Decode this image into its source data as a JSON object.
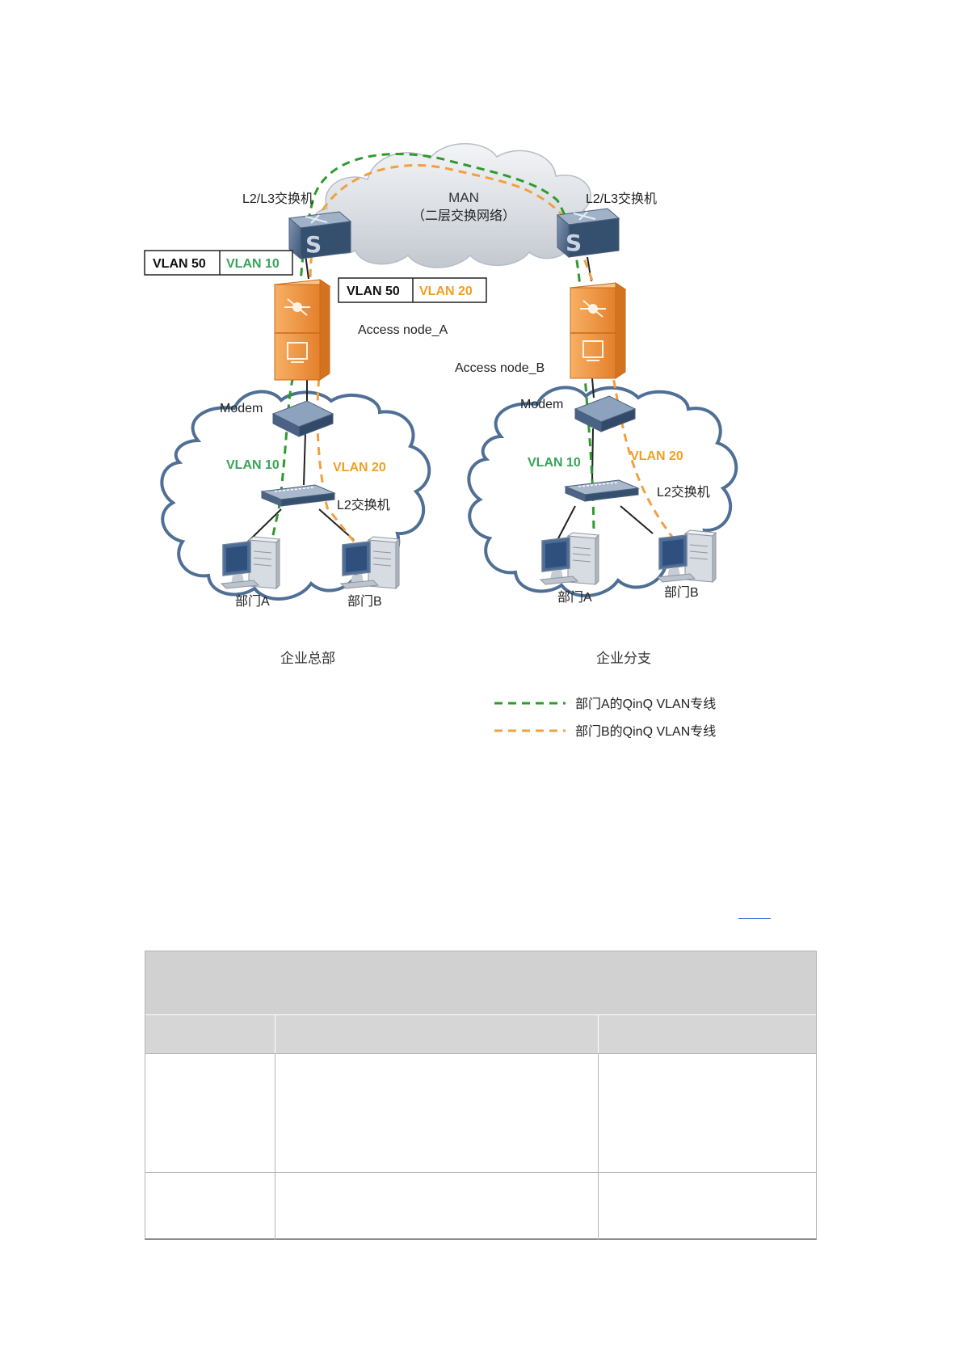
{
  "diagram": {
    "man": {
      "title": "MAN",
      "subtitle": "（二层交换网络）"
    },
    "core_switch_left_label": "L2/L3交换机",
    "core_switch_right_label": "L2/L3交换机",
    "access_node_a_label": "Access node_A",
    "access_node_b_label": "Access node_B",
    "modem_left_label": "Modem",
    "modem_right_label": "Modem",
    "l2_switch_left_label": "L2交换机",
    "l2_switch_right_label": "L2交换机",
    "pc_labels": [
      "部门A",
      "部门B",
      "部门A",
      "部门B"
    ],
    "site_hq_label": "企业总部",
    "site_branch_label": "企业分支",
    "vlan_tags": [
      {
        "outer": "VLAN 50",
        "inner": "VLAN 10",
        "inner_color": "#3aa35a"
      },
      {
        "outer": "VLAN 50",
        "inner": "VLAN 20",
        "inner_color": "#f0a020"
      }
    ],
    "vlan_labels": {
      "left_a": "VLAN 10",
      "left_b": "VLAN 20",
      "right_a": "VLAN 10",
      "right_b": "VLAN 20"
    },
    "legend": [
      {
        "label": "部门A的QinQ VLAN专线",
        "color": "#2e9a2e"
      },
      {
        "label": "部门B的QinQ VLAN专线",
        "color": "#f0a040"
      }
    ],
    "colors": {
      "dept_a_line": "#2e9a2e",
      "dept_b_line": "#f0a040",
      "vlan10_text": "#3aa35a",
      "vlan20_text": "#f0a020",
      "cloud_outline": "#4f6f95",
      "man_cloud_fill": "#cfd5dc",
      "switch_fill": "#5a7190",
      "access_node_fill": "#f0983c"
    }
  }
}
